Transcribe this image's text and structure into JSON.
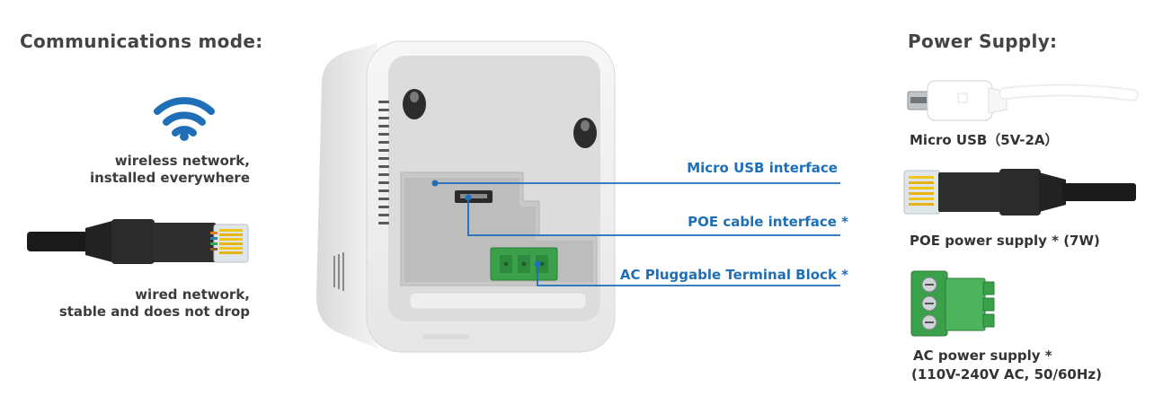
{
  "left": {
    "heading": "Communications mode:",
    "wireless_line1": "wireless network,",
    "wireless_line2": "installed everywhere",
    "wired_line1": "wired network,",
    "wired_line2": "stable and does not drop"
  },
  "callouts": {
    "micro_usb": "Micro USB interface",
    "poe": "POE cable interface *",
    "ac_block": "AC Pluggable Terminal Block *"
  },
  "right": {
    "heading": "Power Supply:",
    "micro_usb_caption": "Micro USB（5V-2A）",
    "poe_caption": "POE power supply * (7W)",
    "ac_caption_line1": "AC power supply *",
    "ac_caption_line2": "(110V-240V AC, 50/60Hz)"
  },
  "colors": {
    "accent_blue": "#1f6fb8",
    "wifi_icon": "#1f6fb8",
    "terminal_green": "#3aa04a",
    "device_white": "#f2f2f2"
  },
  "icons": [
    "wifi-icon",
    "ethernet-cable-icon",
    "micro-usb-cable-icon",
    "poe-cable-icon",
    "terminal-block-icon"
  ]
}
